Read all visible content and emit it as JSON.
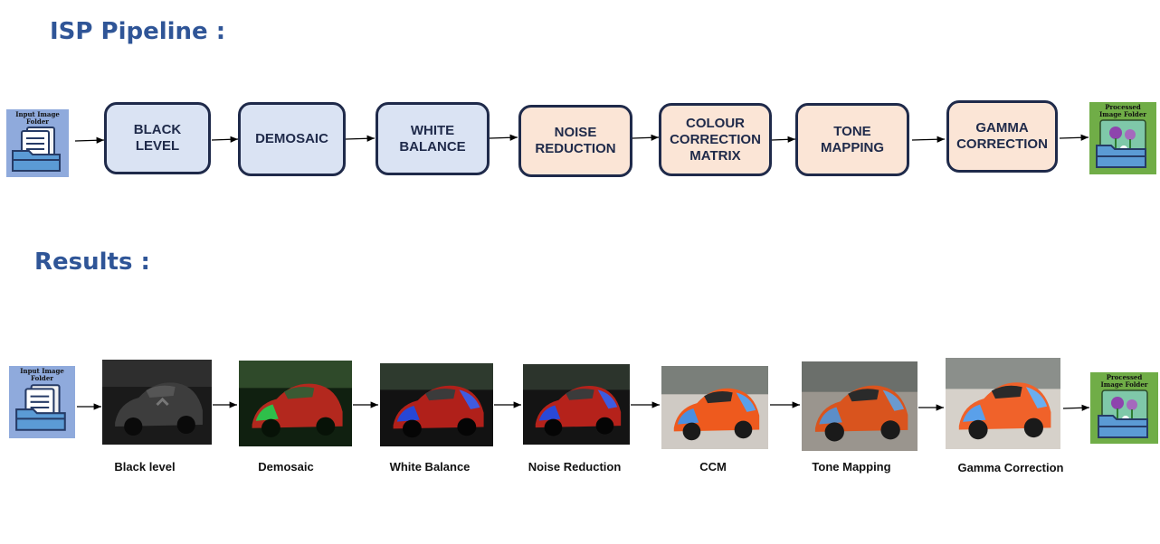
{
  "pipeline": {
    "heading": "ISP Pipeline :",
    "input_label": "Input Image\nFolder",
    "output_label": "Processed\nImage Folder",
    "stages": [
      {
        "label": "BLACK\nLEVEL",
        "fill": "#DAE3F3"
      },
      {
        "label": "DEMOSAIC",
        "fill": "#DAE3F3"
      },
      {
        "label": "WHITE\nBALANCE",
        "fill": "#DAE3F3"
      },
      {
        "label": "NOISE\nREDUCTION",
        "fill": "#FBE5D6"
      },
      {
        "label": "COLOUR\nCORRECTION MATRIX",
        "fill": "#FBE5D6"
      },
      {
        "label": "TONE\nMAPPING",
        "fill": "#FBE5D6"
      },
      {
        "label": "GAMMA\nCORRECTION",
        "fill": "#FBE5D6"
      }
    ]
  },
  "results": {
    "heading": "Results :",
    "input_label": "Input Image\nFolder",
    "output_label": "Processed\nImage Folder",
    "items": [
      {
        "caption": "Black level",
        "image": "car-black-level"
      },
      {
        "caption": "Demosaic",
        "image": "car-demosaic"
      },
      {
        "caption": "White Balance",
        "image": "car-white-balance"
      },
      {
        "caption": "Noise Reduction",
        "image": "car-noise-reduction"
      },
      {
        "caption": "CCM",
        "image": "car-ccm"
      },
      {
        "caption": "Tone Mapping",
        "image": "car-tone-mapping"
      },
      {
        "caption": "Gamma Correction",
        "image": "car-gamma-correction"
      }
    ]
  },
  "colors": {
    "heading": "#2F5597",
    "box_border": "#1F2A4A",
    "box_blue": "#DAE3F3",
    "box_peach": "#FBE5D6",
    "input_folder": "#8FAADC",
    "output_folder": "#70AD47"
  },
  "icons": [
    "document-folder-icon",
    "flower-image-folder-icon",
    "arrow-icon"
  ]
}
